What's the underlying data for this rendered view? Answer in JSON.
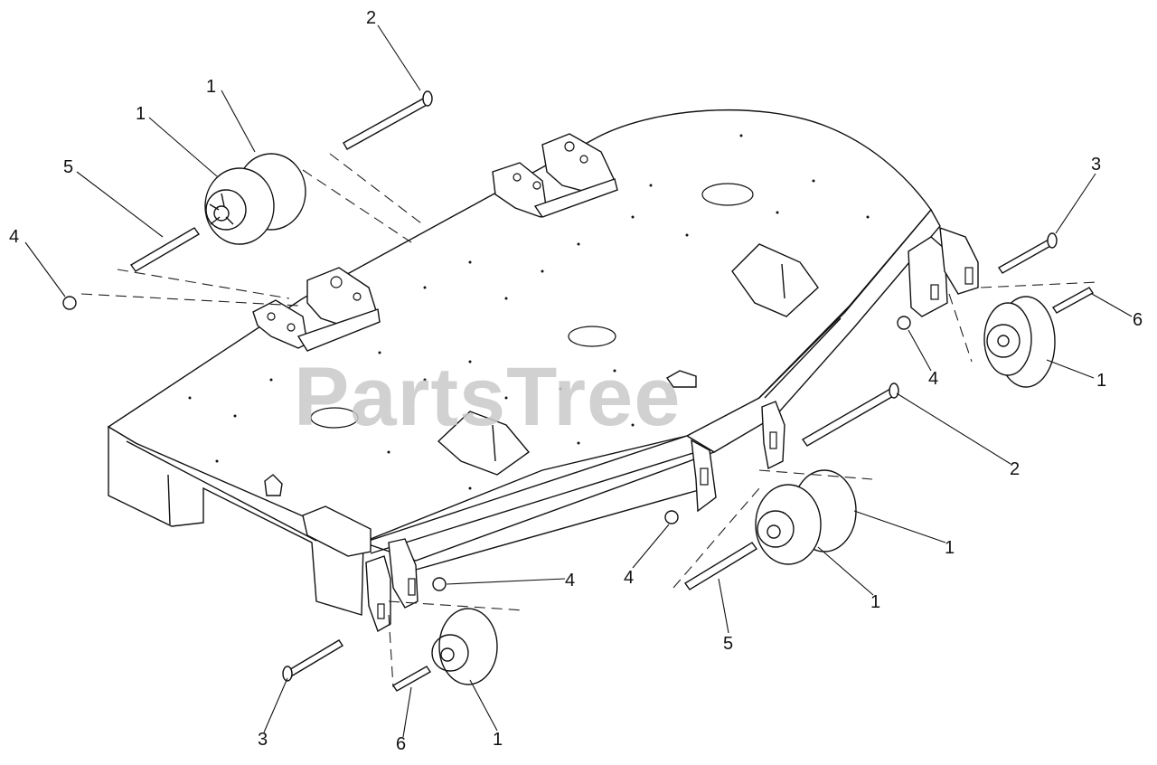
{
  "watermark": "PartsTree",
  "callouts": [
    {
      "id": "c2-top",
      "label": "2"
    },
    {
      "id": "c1-top-a",
      "label": "1"
    },
    {
      "id": "c1-top-b",
      "label": "1"
    },
    {
      "id": "c5-top",
      "label": "5"
    },
    {
      "id": "c4-top",
      "label": "4"
    },
    {
      "id": "c3-right",
      "label": "3"
    },
    {
      "id": "c6-right",
      "label": "6"
    },
    {
      "id": "c4-right",
      "label": "4"
    },
    {
      "id": "c1-right",
      "label": "1"
    },
    {
      "id": "c2-right",
      "label": "2"
    },
    {
      "id": "c1-mid-a",
      "label": "1"
    },
    {
      "id": "c4-mid-a",
      "label": "4"
    },
    {
      "id": "c4-mid-b",
      "label": "4"
    },
    {
      "id": "c1-mid-b",
      "label": "1"
    },
    {
      "id": "c5-bottom",
      "label": "5"
    },
    {
      "id": "c3-bottom",
      "label": "3"
    },
    {
      "id": "c6-bottom",
      "label": "6"
    },
    {
      "id": "c1-bottom",
      "label": "1"
    }
  ]
}
